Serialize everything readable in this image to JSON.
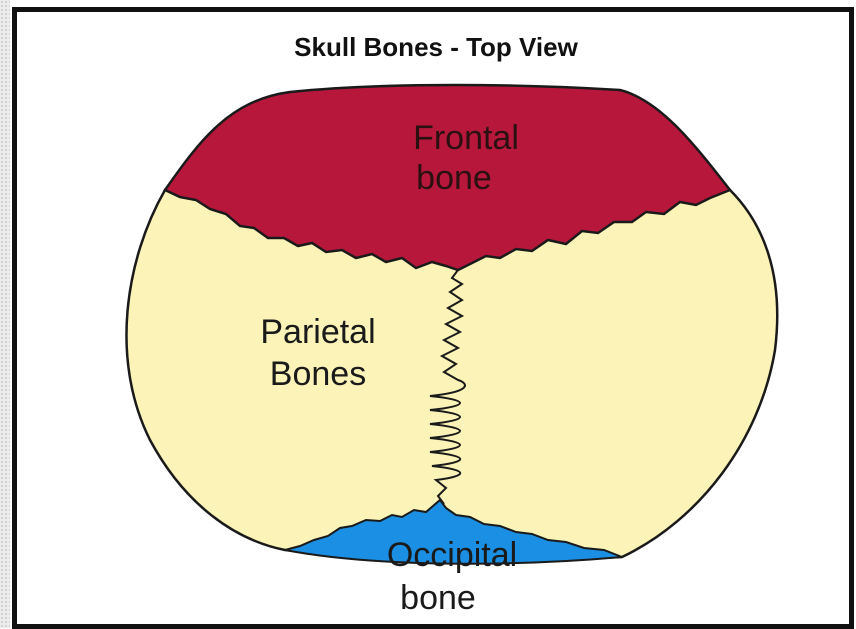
{
  "title": "Skull Bones - Top View",
  "labels": {
    "frontal_line1": "Frontal",
    "frontal_line2": "bone",
    "parietal_line1": "Parietal",
    "parietal_line2": "Bones",
    "occipital_line1": "Occipital",
    "occipital_line2": "bone"
  },
  "colors": {
    "frontal": "#b8173c",
    "parietal": "#fbf3b8",
    "occipital": "#1b8fe3",
    "outline": "#1a1a1a",
    "frame": "#111111"
  }
}
